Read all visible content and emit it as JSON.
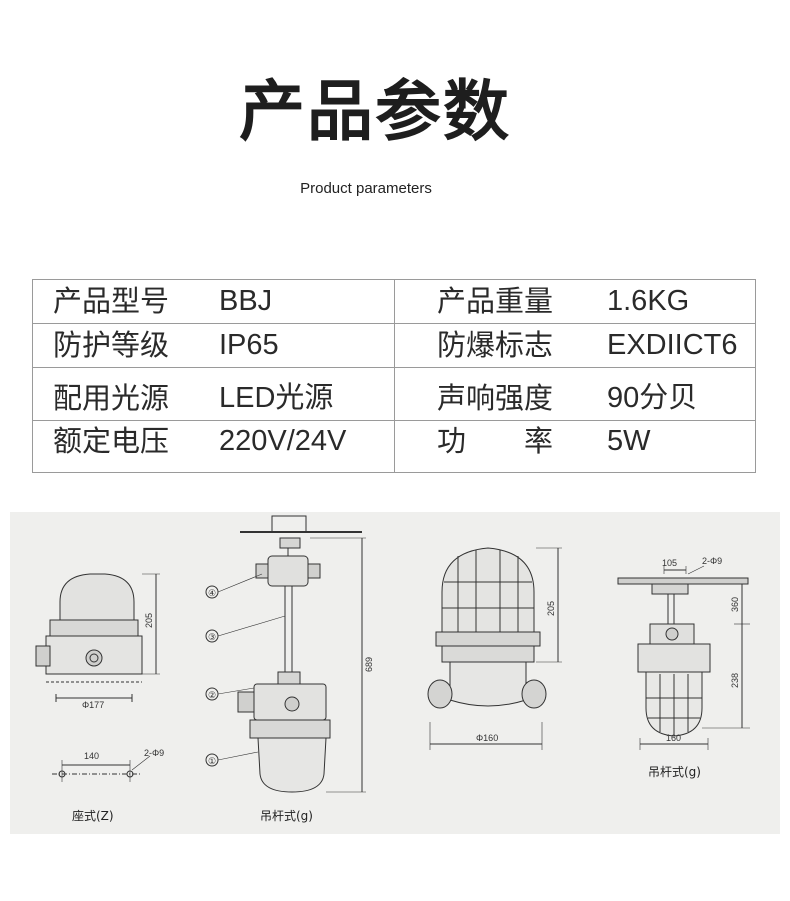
{
  "header": {
    "title": "产品参数",
    "subtitle": "Product parameters"
  },
  "params": {
    "rows": [
      {
        "label1": "产品型号",
        "value1": "BBJ",
        "label2": "产品重量",
        "value2": "1.6KG"
      },
      {
        "label1": "防护等级",
        "value1": "IP65",
        "label2": "防爆标志",
        "value2": "EXDIICT6"
      },
      {
        "label1": "配用光源",
        "value1": "LED光源",
        "label2": "声响强度",
        "value2": "90分贝"
      },
      {
        "label1": "额定电压",
        "value1": "220V/24V",
        "label2": "功　　率",
        "value2": "5W"
      }
    ]
  },
  "drawing": {
    "seat_dims": {
      "height": "205",
      "diameter": "Φ177",
      "spacing": "140",
      "holes": "2-Φ9"
    },
    "seat_caption": "座式(Z)",
    "pendant_dims": {
      "overall": "689"
    },
    "pendant_callouts": [
      "④",
      "③",
      "②",
      "①"
    ],
    "pendant_caption": "吊杆式(g)",
    "cage_dims": {
      "height": "205",
      "diameter": "Φ160"
    },
    "hang_dims": {
      "top_spacing": "105",
      "holes": "2-Φ9",
      "upper": "360",
      "lower": "238",
      "width": "160"
    },
    "hang_caption": "吊杆式(g)"
  },
  "colors": {
    "background": "#ffffff",
    "table_border": "#9a9a9a",
    "drawing_bg": "#efefed",
    "text": "#222222"
  }
}
